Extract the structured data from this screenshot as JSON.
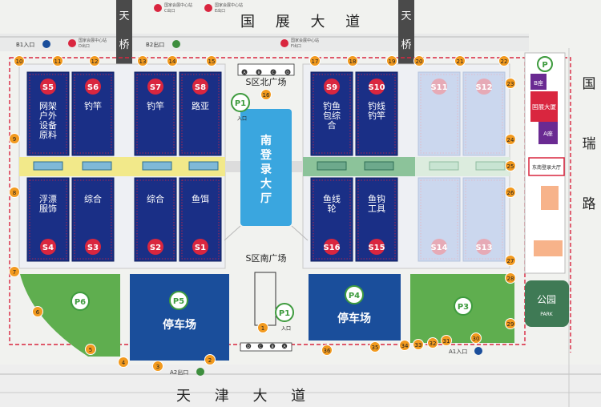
{
  "roads": {
    "top": "国 展 大 道",
    "bottom": "天 津 大 道",
    "right": "国瑞路",
    "bridge": "天桥"
  },
  "halls": [
    {
      "code": "S5",
      "label": "网架户外设备原料"
    },
    {
      "code": "S6",
      "label": "钓竿"
    },
    {
      "code": "S7",
      "label": "钓竿"
    },
    {
      "code": "S8",
      "label": "路亚"
    },
    {
      "code": "S9",
      "label": "钓鱼包综合"
    },
    {
      "code": "S10",
      "label": "钓线钓竿"
    },
    {
      "code": "S11",
      "label": ""
    },
    {
      "code": "S12",
      "label": ""
    },
    {
      "code": "S4",
      "label": "浮漂服饰"
    },
    {
      "code": "S3",
      "label": "综合"
    },
    {
      "code": "S2",
      "label": "综合"
    },
    {
      "code": "S1",
      "label": "鱼饵"
    },
    {
      "code": "S16",
      "label": "鱼线轮"
    },
    {
      "code": "S15",
      "label": "鱼钩工具"
    },
    {
      "code": "S14",
      "label": ""
    },
    {
      "code": "S13",
      "label": ""
    }
  ],
  "plazas": {
    "north": "S区北广场",
    "south": "S区南广场",
    "lobby": "南登录大厅"
  },
  "parking": {
    "p1": "P1",
    "p1_entry": "入口",
    "p3": "P3",
    "p4": "P4",
    "p5": "P5",
    "p6": "P6",
    "p": "P",
    "lot_label": "停车场"
  },
  "park": {
    "name": "公园",
    "en": "PARK"
  },
  "east_buildings": {
    "b": "B座",
    "tower": "国展大厦",
    "a": "A座",
    "lobby": "东南登录大厅"
  },
  "exits": {
    "b1": "B1入口",
    "b2": "B2出口",
    "a1": "A1入口",
    "a2": "A2出口",
    "metro_labels": [
      "国家会展中心站",
      "国家会展中心站",
      "国家会展中心站",
      "国家会展中心站"
    ],
    "metro_sub": [
      "C出口",
      "E出口",
      "D出口",
      "F出口"
    ]
  },
  "gates": [
    "1",
    "2",
    "3",
    "4",
    "5",
    "6",
    "7",
    "8",
    "9",
    "10",
    "11",
    "12",
    "13",
    "14",
    "15",
    "16",
    "17",
    "18",
    "19",
    "20",
    "21",
    "22",
    "23",
    "24",
    "25",
    "26",
    "27",
    "28",
    "29",
    "30",
    "31",
    "32",
    "33",
    "34",
    "35",
    "36"
  ],
  "door_letters": [
    "A",
    "B",
    "C",
    "D"
  ],
  "colors": {
    "hall": "#1a2f86",
    "hall_faded": "#cbd7ee",
    "badge": "#d9263f",
    "gate": "#f29a1f",
    "lobby": "#3aa6df",
    "parking_green": "#5fae4f",
    "parking_blue": "#1a4e9b",
    "corridor_yellow": "#f2e98a",
    "corridor_green": "#8cc39a",
    "tower_red": "#d9263f",
    "tower_purple": "#6a2a92",
    "park": "#3f7a55"
  }
}
